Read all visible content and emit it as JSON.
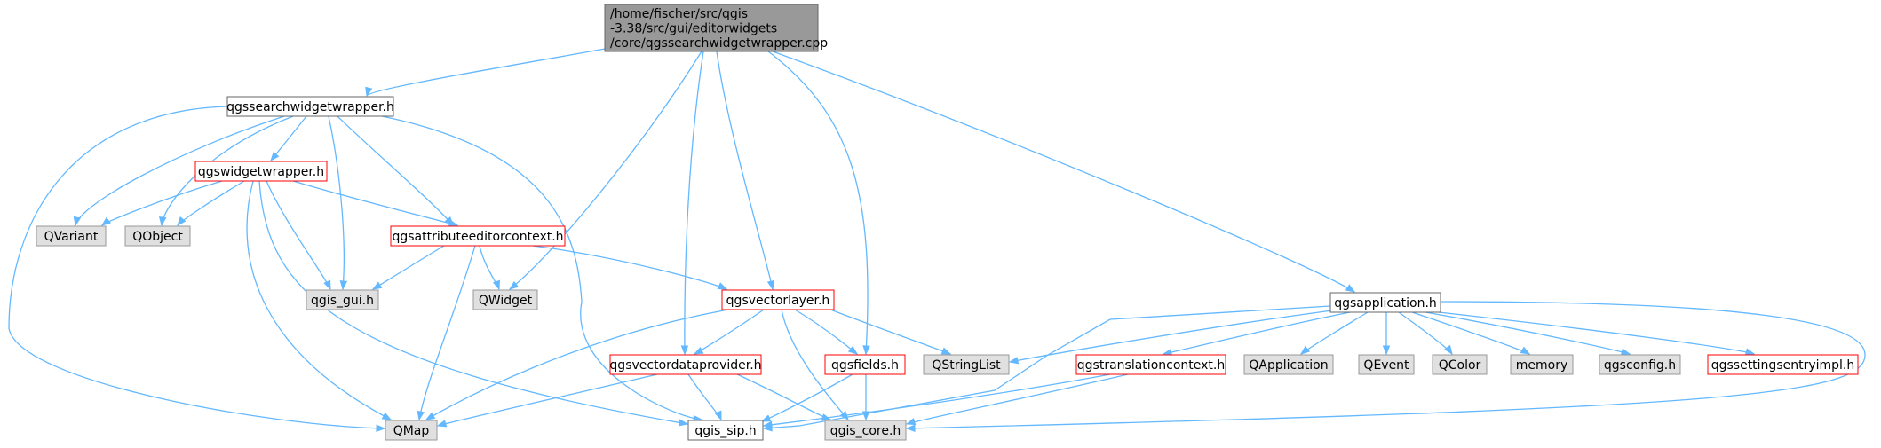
{
  "colors": {
    "root_fill": "#999999",
    "plain_fill": "#ffffff",
    "plain_border": "#666666",
    "red_border": "#ff0000",
    "gray_fill": "#e0e0e0",
    "gray_border": "#999999",
    "edge": "#63b8ff"
  },
  "nodes": [
    {
      "id": "root",
      "style": "root",
      "lines": [
        "/home/fischer/src/qgis",
        "-3.38/src/gui/editorwidgets",
        "/core/qgssearchwidgetwrapper.cpp"
      ]
    },
    {
      "id": "qgssearchwidgetwrapper_h",
      "style": "plain",
      "lines": [
        "qgssearchwidgetwrapper.h"
      ]
    },
    {
      "id": "qgswidgetwrapper_h",
      "style": "red",
      "lines": [
        "qgswidgetwrapper.h"
      ]
    },
    {
      "id": "qvariant",
      "style": "gray",
      "lines": [
        "QVariant"
      ]
    },
    {
      "id": "qobject",
      "style": "gray",
      "lines": [
        "QObject"
      ]
    },
    {
      "id": "qgsattributeeditorcontext_h",
      "style": "red",
      "lines": [
        "qgsattributeeditorcontext.h"
      ]
    },
    {
      "id": "qgis_gui_h",
      "style": "gray",
      "lines": [
        "qgis_gui.h"
      ]
    },
    {
      "id": "qwidget",
      "style": "gray",
      "lines": [
        "QWidget"
      ]
    },
    {
      "id": "qgsvectorlayer_h",
      "style": "red",
      "lines": [
        "qgsvectorlayer.h"
      ]
    },
    {
      "id": "qgsvectordataprovider_h",
      "style": "red",
      "lines": [
        "qgsvectordataprovider.h"
      ]
    },
    {
      "id": "qgsfields_h",
      "style": "red",
      "lines": [
        "qgsfields.h"
      ]
    },
    {
      "id": "qstringlist",
      "style": "gray",
      "lines": [
        "QStringList"
      ]
    },
    {
      "id": "qmap",
      "style": "gray",
      "lines": [
        "QMap"
      ]
    },
    {
      "id": "qgis_sip_h",
      "style": "plain",
      "lines": [
        "qgis_sip.h"
      ]
    },
    {
      "id": "qgis_core_h",
      "style": "gray",
      "lines": [
        "qgis_core.h"
      ]
    },
    {
      "id": "qgsapplication_h",
      "style": "plain",
      "lines": [
        "qgsapplication.h"
      ]
    },
    {
      "id": "qgstranslationcontext_h",
      "style": "red",
      "lines": [
        "qgstranslationcontext.h"
      ]
    },
    {
      "id": "qapplication",
      "style": "gray",
      "lines": [
        "QApplication"
      ]
    },
    {
      "id": "qevent",
      "style": "gray",
      "lines": [
        "QEvent"
      ]
    },
    {
      "id": "qcolor",
      "style": "gray",
      "lines": [
        "QColor"
      ]
    },
    {
      "id": "memory",
      "style": "gray",
      "lines": [
        "memory"
      ]
    },
    {
      "id": "qgsconfig_h",
      "style": "gray",
      "lines": [
        "qgsconfig.h"
      ]
    },
    {
      "id": "qgssettingsentryimpl_h",
      "style": "red",
      "lines": [
        "qgssettingsentryimpl.h"
      ]
    }
  ],
  "edges": [
    [
      "root",
      "qgssearchwidgetwrapper_h"
    ],
    [
      "root",
      "qwidget"
    ],
    [
      "root",
      "qgsvectordataprovider_h"
    ],
    [
      "root",
      "qgsvectorlayer_h"
    ],
    [
      "root",
      "qgsfields_h"
    ],
    [
      "root",
      "qgsapplication_h"
    ],
    [
      "qgssearchwidgetwrapper_h",
      "qgswidgetwrapper_h"
    ],
    [
      "qgssearchwidgetwrapper_h",
      "qvariant"
    ],
    [
      "qgssearchwidgetwrapper_h",
      "qobject"
    ],
    [
      "qgssearchwidgetwrapper_h",
      "qgsattributeeditorcontext_h"
    ],
    [
      "qgssearchwidgetwrapper_h",
      "qgis_gui_h"
    ],
    [
      "qgssearchwidgetwrapper_h",
      "qmap"
    ],
    [
      "qgssearchwidgetwrapper_h",
      "qgis_sip_h"
    ],
    [
      "qgswidgetwrapper_h",
      "qvariant"
    ],
    [
      "qgswidgetwrapper_h",
      "qobject"
    ],
    [
      "qgswidgetwrapper_h",
      "qgsattributeeditorcontext_h"
    ],
    [
      "qgswidgetwrapper_h",
      "qgis_gui_h"
    ],
    [
      "qgswidgetwrapper_h",
      "qmap"
    ],
    [
      "qgswidgetwrapper_h",
      "qgis_sip_h"
    ],
    [
      "qgsattributeeditorcontext_h",
      "qgis_gui_h"
    ],
    [
      "qgsattributeeditorcontext_h",
      "qwidget"
    ],
    [
      "qgsattributeeditorcontext_h",
      "qgsvectorlayer_h"
    ],
    [
      "qgsattributeeditorcontext_h",
      "qmap"
    ],
    [
      "qgsvectorlayer_h",
      "qgsvectordataprovider_h"
    ],
    [
      "qgsvectorlayer_h",
      "qgsfields_h"
    ],
    [
      "qgsvectorlayer_h",
      "qstringlist"
    ],
    [
      "qgsvectorlayer_h",
      "qmap"
    ],
    [
      "qgsvectorlayer_h",
      "qgis_core_h"
    ],
    [
      "qgsvectordataprovider_h",
      "qmap"
    ],
    [
      "qgsvectordataprovider_h",
      "qgis_sip_h"
    ],
    [
      "qgsvectordataprovider_h",
      "qgis_core_h"
    ],
    [
      "qgsfields_h",
      "qgis_sip_h"
    ],
    [
      "qgsfields_h",
      "qgis_core_h"
    ],
    [
      "qgsapplication_h",
      "qstringlist"
    ],
    [
      "qgsapplication_h",
      "qgis_sip_h"
    ],
    [
      "qgsapplication_h",
      "qgstranslationcontext_h"
    ],
    [
      "qgsapplication_h",
      "qapplication"
    ],
    [
      "qgsapplication_h",
      "qevent"
    ],
    [
      "qgsapplication_h",
      "qcolor"
    ],
    [
      "qgsapplication_h",
      "memory"
    ],
    [
      "qgsapplication_h",
      "qgsconfig_h"
    ],
    [
      "qgsapplication_h",
      "qgssettingsentryimpl_h"
    ],
    [
      "qgsapplication_h",
      "qgis_core_h"
    ],
    [
      "qgstranslationcontext_h",
      "qgis_sip_h"
    ],
    [
      "qgstranslationcontext_h",
      "qgis_core_h"
    ]
  ]
}
